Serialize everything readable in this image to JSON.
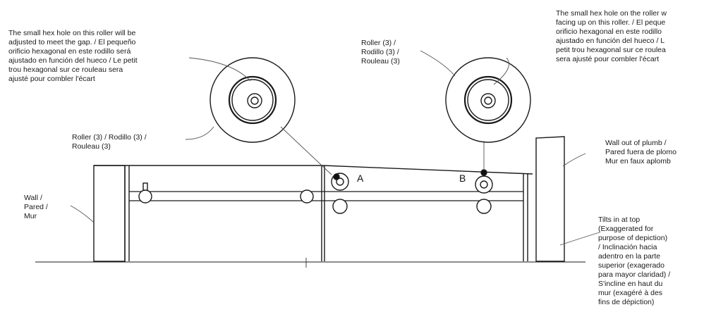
{
  "notes": {
    "left_hex": "The small hex hole on this roller will be\nadjusted to meet the gap. / El pequeño\norificio hexagonal en este rodillo será\najustado en función del hueco / Le petit\ntrou hexagonal sur ce rouleau sera\najusté pour combler l'écart",
    "right_hex": "The small hex hole on the roller w\nfacing up on this roller. / El peque\norificio hexagonal en este rodillo\najustado en función del hueco / L\npetit trou hexagonal sur ce roulea\nsera ajusté pour combler l'écart",
    "roller_left": "Roller (3) / Rodillo (3) /\nRouleau (3)",
    "roller_right": "Roller (3) /\nRodillo (3) /\nRouleau (3)",
    "wall_plumb": "Wall out of plumb /\nPared fuera de plomo\nMur en faux aplomb",
    "wall": "Wall /\nPared /\nMur",
    "tilts": "Tilts in at top\n(Exaggerated for\npurpose of depiction)\n/ Inclinación hacia\nadentro en la parte\nsuperior (exagerado\npara mayor claridad) /\nS'incline en haut du\nmur (exagéré à des\nfins de dépiction)"
  },
  "markers": {
    "a": "A",
    "b": "B"
  },
  "colors": {
    "ink": "#1a1a1a",
    "leader": "#555555"
  }
}
